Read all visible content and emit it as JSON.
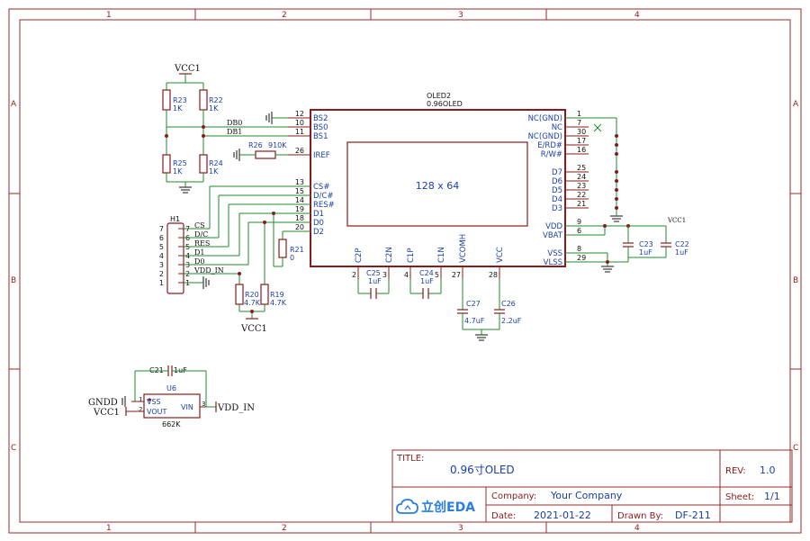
{
  "frame": {
    "columns": [
      "1",
      "2",
      "3",
      "4"
    ],
    "rows": [
      "A",
      "B",
      "C"
    ]
  },
  "title_block": {
    "title_label": "TITLE:",
    "title": "0.96寸OLED",
    "rev_label": "REV:",
    "rev": "1.0",
    "company_label": "Company:",
    "company": "Your Company",
    "sheet_label": "Sheet:",
    "sheet": "1/1",
    "date_label": "Date:",
    "date": "2021-01-22",
    "drawn_label": "Drawn By:",
    "drawn": "DF-211",
    "logo_text": "立创EDA"
  },
  "oled": {
    "ref": "OLED2",
    "value": "0.96OLED",
    "display": "128 x 64",
    "left_pins": [
      {
        "num": "12",
        "name": "BS2"
      },
      {
        "num": "10",
        "name": "BS0"
      },
      {
        "num": "11",
        "name": "BS1"
      },
      {
        "num": "26",
        "name": "IREF"
      },
      {
        "num": "13",
        "name": "CS#"
      },
      {
        "num": "15",
        "name": "D/C#"
      },
      {
        "num": "14",
        "name": "RES#"
      },
      {
        "num": "19",
        "name": "D1"
      },
      {
        "num": "18",
        "name": "D0"
      },
      {
        "num": "20",
        "name": "D2"
      }
    ],
    "right_pins": [
      {
        "num": "1",
        "name": "NC(GND)"
      },
      {
        "num": "7",
        "name": "NC"
      },
      {
        "num": "30",
        "name": "NC(GND)"
      },
      {
        "num": "17",
        "name": "E/RD#"
      },
      {
        "num": "16",
        "name": "R/W#"
      },
      {
        "num": "25",
        "name": "D7"
      },
      {
        "num": "24",
        "name": "D6"
      },
      {
        "num": "23",
        "name": "D5"
      },
      {
        "num": "22",
        "name": "D4"
      },
      {
        "num": "21",
        "name": "D3"
      },
      {
        "num": "9",
        "name": "VDD"
      },
      {
        "num": "6",
        "name": "VBAT"
      },
      {
        "num": "8",
        "name": "VSS"
      },
      {
        "num": "29",
        "name": "VLSS"
      }
    ],
    "bottom_pins": [
      {
        "num": "2",
        "name": "C2P"
      },
      {
        "num": "3",
        "name": "C2N"
      },
      {
        "num": "4",
        "name": "C1P"
      },
      {
        "num": "5",
        "name": "C1N"
      },
      {
        "num": "27",
        "name": "VCOMH"
      },
      {
        "num": "28",
        "name": "VCC"
      }
    ]
  },
  "header": {
    "ref": "H1",
    "pins": [
      {
        "num": "7",
        "net": "CS"
      },
      {
        "num": "6",
        "net": "D/C"
      },
      {
        "num": "5",
        "net": "RES"
      },
      {
        "num": "4",
        "net": "D1"
      },
      {
        "num": "3",
        "net": "D0"
      },
      {
        "num": "2",
        "net": "VDD_IN"
      },
      {
        "num": "1",
        "net": ""
      }
    ]
  },
  "nets": {
    "vcc1_top": "VCC1",
    "vcc1_bottom": "VCC1",
    "vcc1_right": "VCC1",
    "db0": "DB0",
    "db1": "DB1",
    "gndd": "GNDD",
    "vcc1_reg": "VCC1",
    "vdd_in": "VDD_IN"
  },
  "components": {
    "r23": {
      "ref": "R23",
      "value": "1K"
    },
    "r22": {
      "ref": "R22",
      "value": "1K"
    },
    "r25": {
      "ref": "R25",
      "value": "1K"
    },
    "r24": {
      "ref": "R24",
      "value": "1K"
    },
    "r26": {
      "ref": "R26",
      "value": "910K"
    },
    "r21": {
      "ref": "R21",
      "value": "0"
    },
    "r20": {
      "ref": "R20",
      "value": "4.7K"
    },
    "r19": {
      "ref": "R19",
      "value": "4.7K"
    },
    "c25": {
      "ref": "C25",
      "value": "1uF"
    },
    "c24": {
      "ref": "C24",
      "value": "1uF"
    },
    "c27": {
      "ref": "C27",
      "value": "4.7uF"
    },
    "c26": {
      "ref": "C26",
      "value": "2.2uF"
    },
    "c23": {
      "ref": "C23",
      "value": "1uF"
    },
    "c22": {
      "ref": "C22",
      "value": "1uF"
    },
    "c21": {
      "ref": "C21",
      "value": "1uF"
    },
    "u6": {
      "ref": "U6",
      "value": "662K",
      "pin_vss": "VSS",
      "pin_vout": "VOUT",
      "pin_vin": "VIN",
      "p1": "1",
      "p2": "2",
      "p3": "3"
    }
  }
}
